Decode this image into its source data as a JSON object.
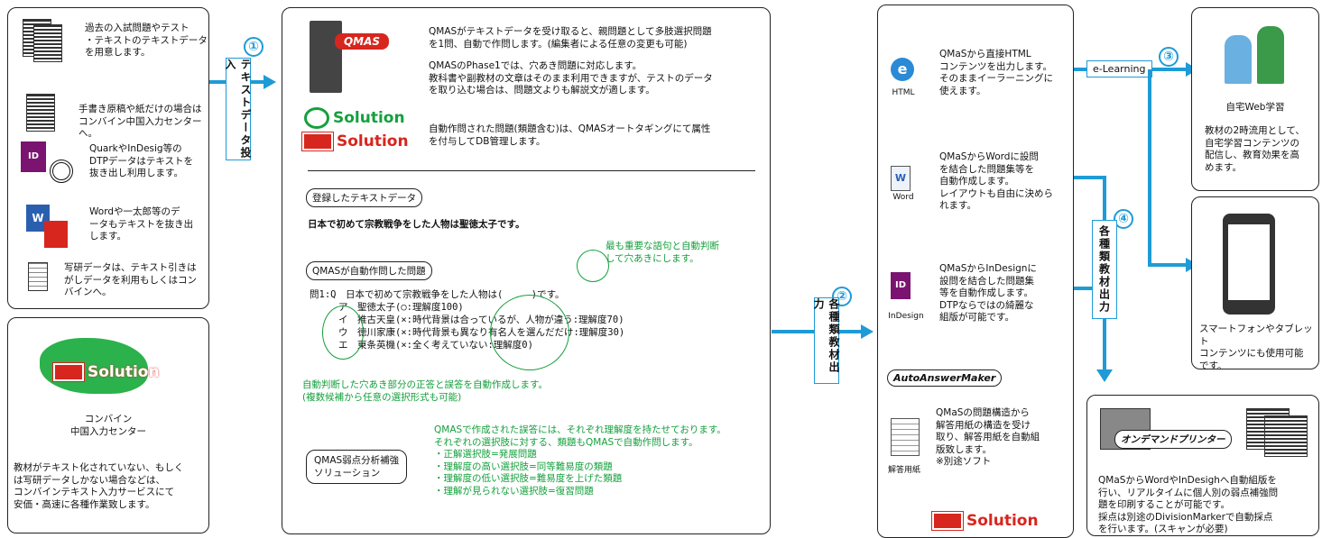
{
  "left": {
    "items": [
      {
        "text": "過去の入試問題やテスト\n・テキストのテキストデータ\nを用意します。"
      },
      {
        "text": "手書き原稿や紙だけの場合は\nコンバイン中国入力センターへ。"
      },
      {
        "text": "QuarkやInDesig等の\nDTPデータはテキストを\n抜き出し利用します。"
      },
      {
        "text": "Wordや一太郎等のデ\nータもテキストを抜き出\nします。"
      },
      {
        "text": "写研データは、テキスト引きは\nがしデータを利用もしくはコン\nバインへ。"
      }
    ],
    "center_title": "コンバイン\n中国入力センター",
    "center_text": "教材がテキスト化されていない、もしく\nは写研データしかない場合などは、\nコンバインテキスト入力サービスにて\n安価・高速に各種作業致します。",
    "solution_label": "Solution"
  },
  "arrow1": {
    "num": "①",
    "label": "テキストデータ投入"
  },
  "center": {
    "logo_text": "QMAS",
    "solution1": "Solution",
    "solution2": "Solution",
    "intro1": "QMASがテキストデータを受け取ると、親問題として多肢選択問題\nを1問、自動で作問します。(編集者による任意の変更も可能)",
    "intro2": "QMASのPhase1では、穴あき問題に対応します。\n教科書や副教材の文章はそのまま利用できますが、テストのデータ\nを取り込む場合は、問題文よりも解説文が適します。",
    "intro3": "自動作問された問題(類題含む)は、QMASオートタギングにて属性\nを付与してDB管理します。",
    "registered_label": "登録したテキストデータ",
    "registered_text": "日本で初めて宗教戦争をした人物は聖徳太子です。",
    "green_note1": "最も重要な語句と自動判断\nして穴あきにします。",
    "auto_label": "QMASが自動作問した問題",
    "question": "問1:Q　日本で初めて宗教戦争をした人物は(　　　)です。",
    "choices": [
      "ア　聖徳太子(○:理解度100)",
      "イ　推古天皇(×:時代背景は合っているが、人物が違う:理解度70)",
      "ウ　徳川家康(×:時代背景も異なり有名人を選んだだけ:理解度30)",
      "エ　東条英機(×:全く考えていない:理解度0)"
    ],
    "green_note2": "自動判断した穴あき部分の正答と誤答を自動作成します。\n(複数候補から任意の選択形式も可能)",
    "weak_label": "QMAS弱点分析補強\nソリューション",
    "green_note3": "QMASで作成された誤答には、それぞれ理解度を持たせております。\nそれぞれの選択肢に対する、類題もQMASで自動作問します。\n・正解選択肢=発展問題\n・理解度の高い選択肢=同等難易度の類題\n・理解度の低い選択肢=難易度を上げた類題\n・理解が見られない選択肢=復習問題"
  },
  "arrow2": {
    "num": "②",
    "label": "各種類教材出力"
  },
  "outputs": {
    "html_label": "HTML",
    "html_text": "QMaSから直接HTML\nコンテンツを出力します。\nそのままイーラーニングに\n使えます。",
    "word_label": "Word",
    "word_text": "QMaSからWordに設問\nを結合した問題集等を\n自動作成します。\nレイアウトも自由に決めら\nれます。",
    "indesign_label": "InDesign",
    "indesign_text": "QMaSからInDesignに\n設問を結合した問題集\n等を自動作成します。\nDTPならではの綺麗な\n組版が可能です。",
    "autoanswer": "AutoAnswerMaker",
    "answer_label": "解答用紙",
    "answer_text": "QMaSの問題構造から\n解答用紙の構造を受け\n取り、解答用紙を自動組\n版致します。\n※別途ソフト",
    "solution_label": "Solution"
  },
  "elearning": {
    "num": "③",
    "label": "e-Learning"
  },
  "arrow4": {
    "num": "④",
    "label": "各種類教材出力"
  },
  "home": {
    "title": "自宅Web学習",
    "text": "教材の2時流用として、\n自宅学習コンテンツの\n配信し、教育効果を高\nめます。"
  },
  "smart": {
    "text": "スマートフォンやタブレット\nコンテンツにも使用可能\nです。"
  },
  "ondemand": {
    "label": "オンデマンドプリンター",
    "text": "QMaSからWordやInDesighへ自動組版を\n行い、リアルタイムに個人別の弱点補強問\n題を印刷することが可能です。\n採点は別途のDivisionMarkerで自動採点\nを行います。(スキャンが必要)"
  },
  "colors": {
    "accent": "#1e9bd7",
    "green": "#14a03c",
    "red": "#d7261e"
  }
}
